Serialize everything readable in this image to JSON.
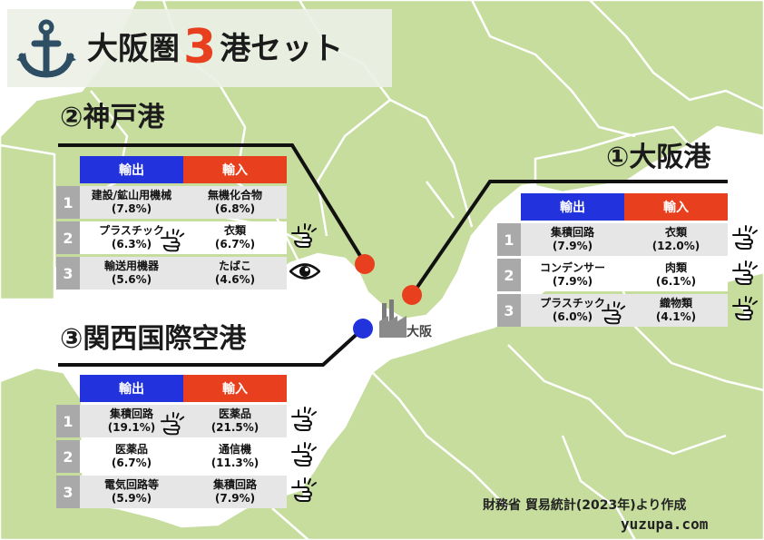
{
  "title": {
    "prefix": "大阪圏",
    "number": "3",
    "suffix": "港セット"
  },
  "headers": {
    "export": "輸出",
    "import": "輸入"
  },
  "ports": [
    {
      "id": "kobe",
      "name": "②神戸港",
      "rows": [
        {
          "rank": "1",
          "export": "建設/鉱山用機械",
          "export_pct": "(7.8%)",
          "import": "無機化合物",
          "import_pct": "(6.8%)",
          "export_icon": "",
          "import_icon": ""
        },
        {
          "rank": "2",
          "export": "プラスチック",
          "export_pct": "(6.3%)",
          "import": "衣類",
          "import_pct": "(6.7%)",
          "export_icon": "pointing-hand-icon",
          "import_icon": "pointing-hand-icon"
        },
        {
          "rank": "3",
          "export": "輸送用機器",
          "export_pct": "(5.6%)",
          "import": "たばこ",
          "import_pct": "(4.6%)",
          "export_icon": "",
          "import_icon": "eye-icon"
        }
      ]
    },
    {
      "id": "osaka",
      "name": "①大阪港",
      "rows": [
        {
          "rank": "1",
          "export": "集積回路",
          "export_pct": "(7.9%)",
          "import": "衣類",
          "import_pct": "(12.0%)",
          "export_icon": "",
          "import_icon": "pointing-hand-icon"
        },
        {
          "rank": "2",
          "export": "コンデンサー",
          "export_pct": "(7.9%)",
          "import": "肉類",
          "import_pct": "(6.1%)",
          "export_icon": "",
          "import_icon": "pointing-hand-icon"
        },
        {
          "rank": "3",
          "export": "プラスチック",
          "export_pct": "(6.0%)",
          "import": "織物類",
          "import_pct": "(4.1%)",
          "export_icon": "pointing-hand-icon",
          "import_icon": "pointing-hand-icon"
        }
      ]
    },
    {
      "id": "kansai",
      "name": "③関西国際空港",
      "rows": [
        {
          "rank": "1",
          "export": "集積回路",
          "export_pct": "(19.1%)",
          "import": "医薬品",
          "import_pct": "(21.5%)",
          "export_icon": "pointing-hand-icon",
          "import_icon": "pointing-hand-icon"
        },
        {
          "rank": "2",
          "export": "医薬品",
          "export_pct": "(6.7%)",
          "import": "通信機",
          "import_pct": "(11.3%)",
          "export_icon": "",
          "import_icon": "pointing-hand-icon"
        },
        {
          "rank": "3",
          "export": "電気回路等",
          "export_pct": "(5.9%)",
          "import": "集積回路",
          "import_pct": "(7.9%)",
          "export_icon": "",
          "import_icon": "pointing-hand-icon"
        }
      ]
    }
  ],
  "osaka_label": "大阪",
  "credit": "財務省 貿易統計(2023年)より作成",
  "site": "yuzupa.com",
  "colors": {
    "land": "#c6dd9e",
    "sea": "#ffffff",
    "export": "#2233dd",
    "import": "#e8401f",
    "rank": "#a9a9a9",
    "marker_red": "#e8401f",
    "marker_blue": "#2233dd"
  }
}
